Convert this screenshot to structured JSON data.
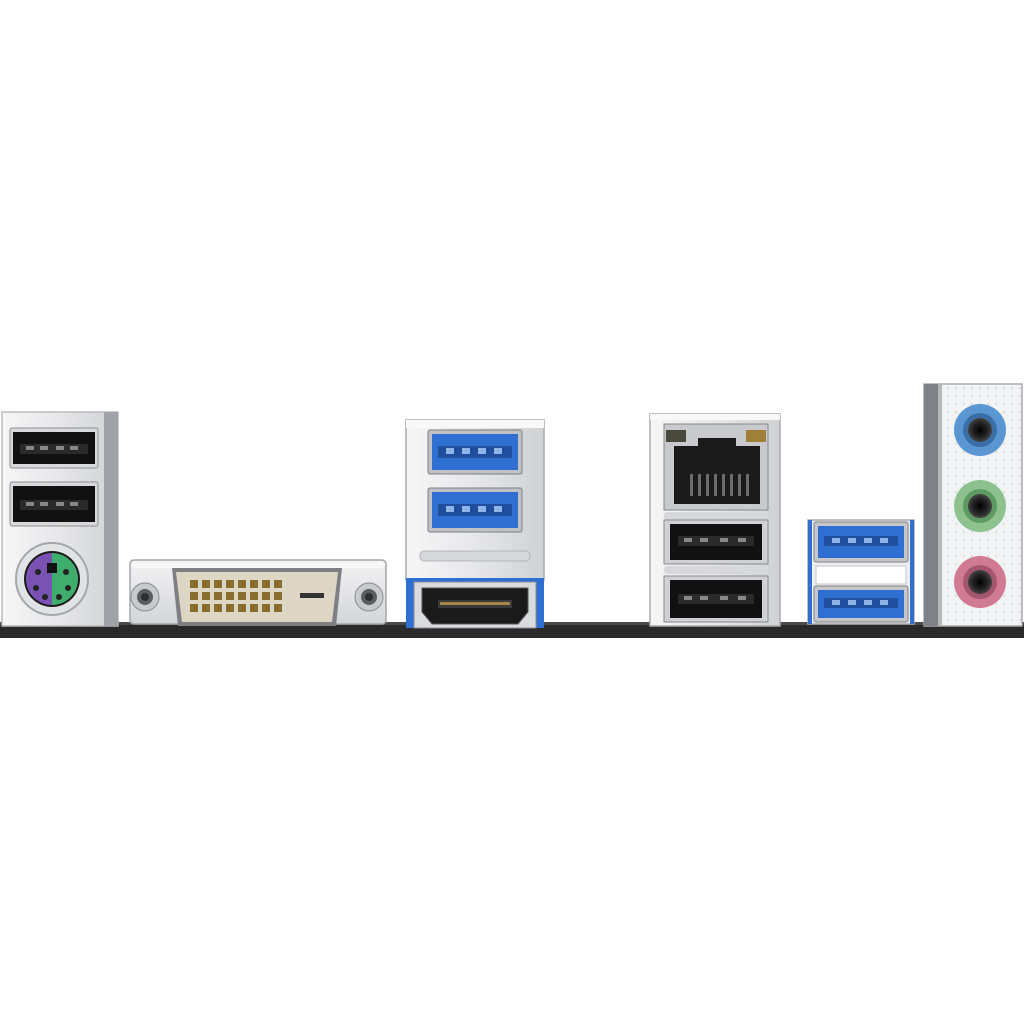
{
  "image": {
    "subject": "motherboard-rear-io-panel",
    "background_color": "#ffffff",
    "pcb_color": "#2a2a2a",
    "shield_metal_color": "#e9eaec",
    "port_colors": {
      "usb2_insert": "#1c1c1c",
      "usb3_insert": "#2f6fd1",
      "ps2_mouse": "#3fae6c",
      "ps2_keyboard": "#7a52b3",
      "dvi_body": "#ddd6c4",
      "dvi_pin": "#8a6d2d",
      "hdmi_insert": "#1a1a1a",
      "audio_line_in": "#5a97d2",
      "audio_line_out": "#8dc28f",
      "audio_mic": "#d07a94"
    },
    "port_groups": [
      {
        "name": "ps2-usb2-stack",
        "ports": [
          "usb2-port",
          "usb2-port",
          "ps2-combo-port"
        ]
      },
      {
        "name": "dvi-d",
        "ports": [
          "dvi-d-port"
        ]
      },
      {
        "name": "usb3-hdmi-stack",
        "ports": [
          "usb3-port",
          "usb3-port",
          "hdmi-port"
        ]
      },
      {
        "name": "lan-usb2-stack",
        "ports": [
          "rj45-port",
          "usb2-port",
          "usb2-port"
        ]
      },
      {
        "name": "usb3-stack",
        "ports": [
          "usb3-port",
          "usb3-port"
        ]
      },
      {
        "name": "audio-stack",
        "ports": [
          "audio-jack-blue",
          "audio-jack-green",
          "audio-jack-pink"
        ]
      }
    ]
  }
}
